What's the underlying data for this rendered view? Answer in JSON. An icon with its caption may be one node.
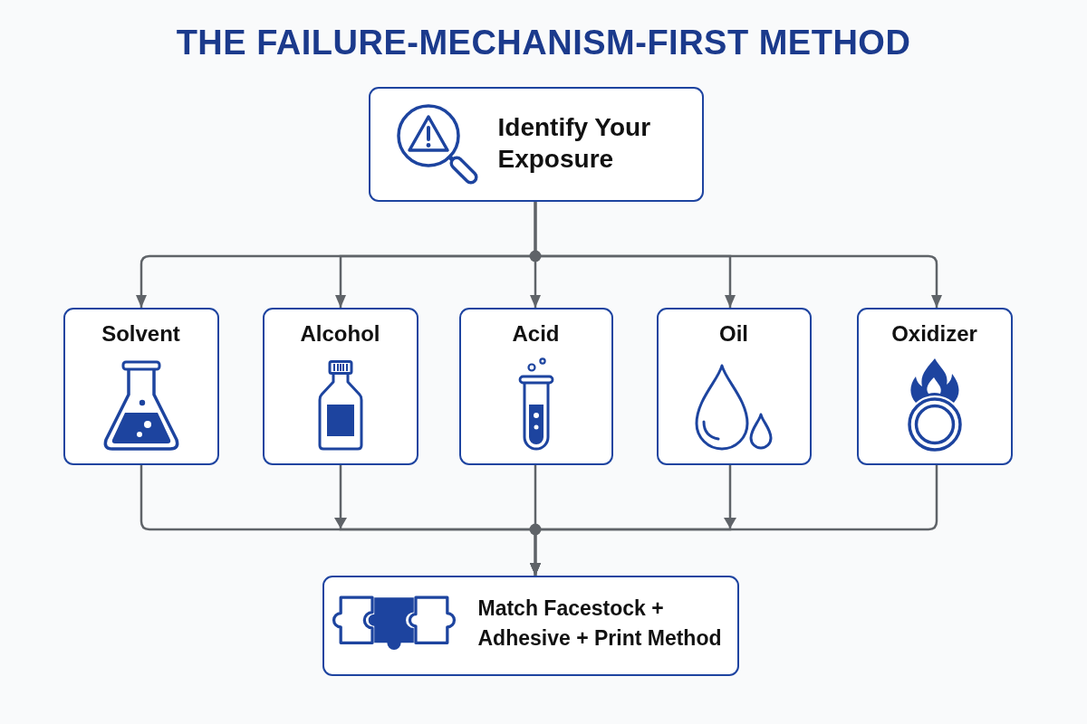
{
  "diagram": {
    "title": "THE FAILURE-MECHANISM-FIRST METHOD",
    "nodes": [
      {
        "text": [
          "Identify Your Exposure"
        ]
      },
      {
        "text": [
          "Solvent"
        ]
      },
      {
        "text": [
          "Alcohol"
        ]
      },
      {
        "text": [
          "Acid"
        ]
      },
      {
        "text": [
          "Oil"
        ]
      },
      {
        "text": [
          "Oxidizer"
        ]
      },
      {
        "text": [
          "Match Facestock + Adhesive + Print Method"
        ]
      }
    ],
    "edges": [
      {
        "from": 0,
        "to": 1,
        "arrow": "to"
      },
      {
        "from": 0,
        "to": 2,
        "arrow": "to"
      },
      {
        "from": 0,
        "to": 3,
        "arrow": "to"
      },
      {
        "from": 0,
        "to": 4,
        "arrow": "to"
      },
      {
        "from": 0,
        "to": 5,
        "arrow": "to"
      },
      {
        "from": 1,
        "to": 6,
        "arrow": "to"
      },
      {
        "from": 2,
        "to": 6,
        "arrow": "to"
      },
      {
        "from": 3,
        "to": 6,
        "arrow": "to"
      },
      {
        "from": 4,
        "to": 6,
        "arrow": "to"
      },
      {
        "from": 5,
        "to": 6,
        "arrow": "to"
      }
    ]
  }
}
